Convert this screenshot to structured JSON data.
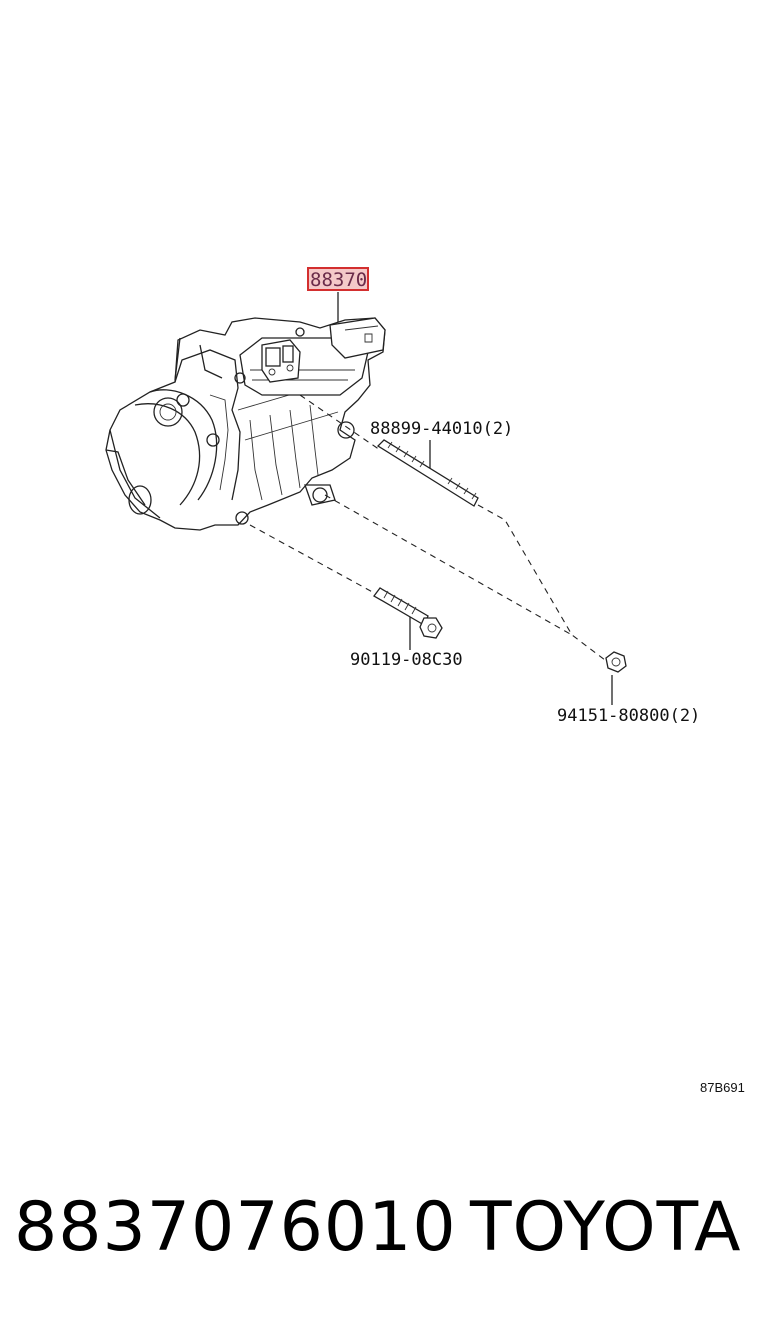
{
  "diagram": {
    "main_part_callout": "88370",
    "highlight_color": "#d32f2f",
    "callouts": [
      {
        "id": "bolt-long",
        "text": "88899-44010(2)"
      },
      {
        "id": "bolt-flange",
        "text": "90119-08C30"
      },
      {
        "id": "nut",
        "text": "94151-80800(2)"
      }
    ],
    "drawing_code": "87B691"
  },
  "footer": {
    "part_number": "8837076010",
    "brand": "TOYOTA"
  }
}
